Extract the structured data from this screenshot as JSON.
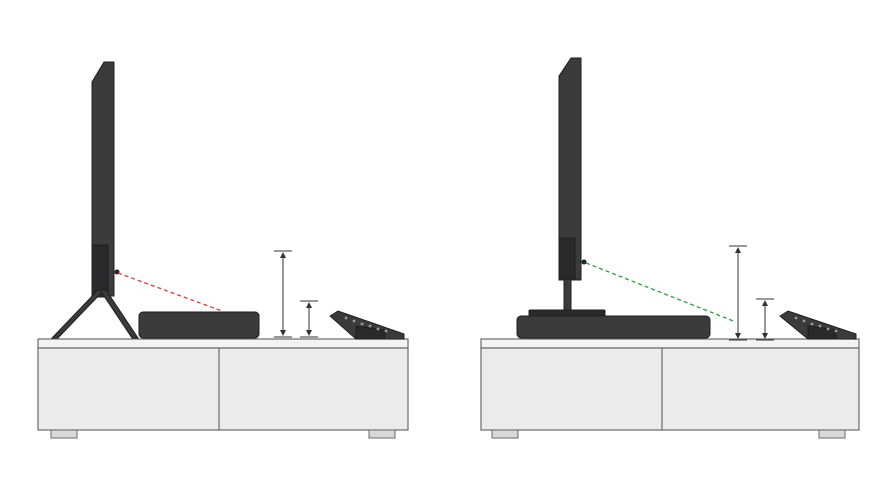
{
  "figure": {
    "panels": [
      {
        "id": "left",
        "tv_stand": "feet",
        "soundbar": "in-front",
        "sightline": "blocked"
      },
      {
        "id": "right",
        "tv_stand": "pedestal",
        "soundbar": "under-tv",
        "sightline": "clear"
      }
    ]
  },
  "colors": {
    "background": "#ffffff",
    "device": "#3b3b3d",
    "device_dark": "#2a2a2c",
    "device_edge": "#1f1f21",
    "cabinet_fill": "#ebebeb",
    "cabinet_top": "#f3f3f3",
    "cabinet_stroke": "#6a6a6a",
    "blocked_line": "#d63a3a",
    "clear_line": "#2e9e3e",
    "dimension": "#333333"
  }
}
